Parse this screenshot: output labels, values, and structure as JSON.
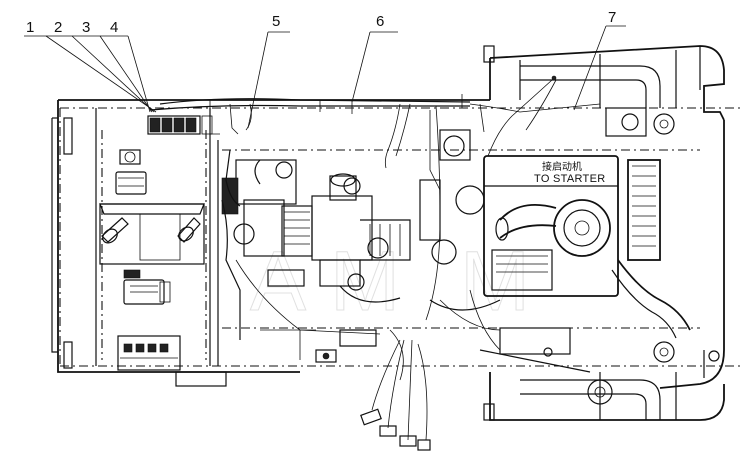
{
  "callouts": [
    {
      "id": "1",
      "label": "1"
    },
    {
      "id": "2",
      "label": "2"
    },
    {
      "id": "3",
      "label": "3"
    },
    {
      "id": "4",
      "label": "4"
    },
    {
      "id": "5",
      "label": "5"
    },
    {
      "id": "6",
      "label": "6"
    },
    {
      "id": "7",
      "label": "7"
    }
  ],
  "labels": {
    "starter_cn": "接启动机",
    "starter_en": "TO STARTER"
  },
  "colors": {
    "line": "#111111",
    "background": "#ffffff",
    "watermark": "#c8c8c8"
  }
}
